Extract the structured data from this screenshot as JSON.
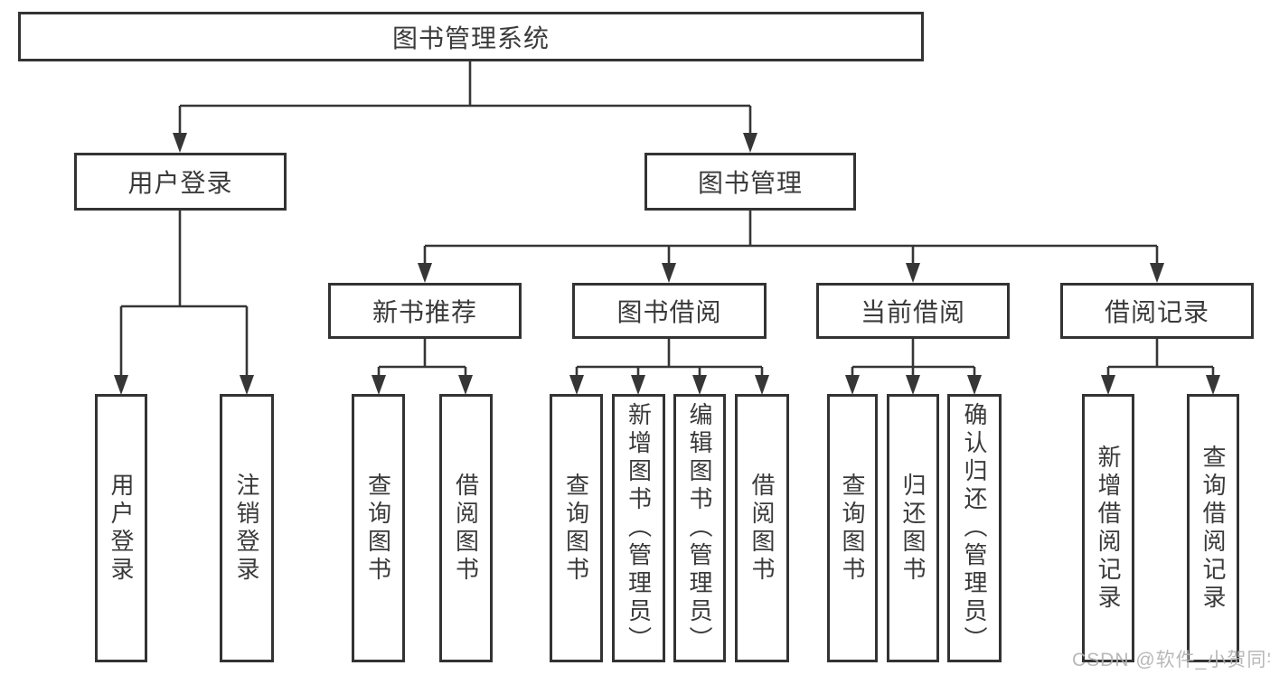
{
  "tree": {
    "root": "图书管理系统",
    "branches": [
      {
        "label": "用户登录",
        "children": [
          "用户登录",
          "注销登录"
        ]
      },
      {
        "label": "图书管理",
        "groups": [
          {
            "label": "新书推荐",
            "children": [
              "查询图书",
              "借阅图书"
            ]
          },
          {
            "label": "图书借阅",
            "children": [
              "查询图书",
              "新增图书（管理员）",
              "编辑图书（管理员）",
              "借阅图书"
            ]
          },
          {
            "label": "当前借阅",
            "children": [
              "查询图书",
              "归还图书",
              "确认归还（管理员）"
            ]
          },
          {
            "label": "借阅记录",
            "children": [
              "新增借阅记录",
              "查询借阅记录"
            ]
          }
        ]
      }
    ]
  },
  "watermark": "CSDN @软件_小贺同学",
  "colors": {
    "line": "#363636",
    "box_border": "#333333",
    "text": "#3a3a3a",
    "watermark": "#b1b1b1",
    "background": "#ffffff"
  }
}
